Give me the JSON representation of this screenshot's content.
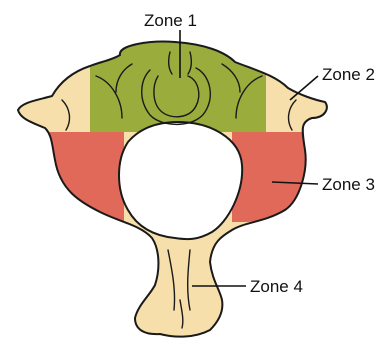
{
  "labels": {
    "zone1": "Zone 1",
    "zone2": "Zone 2",
    "zone3": "Zone 3",
    "zone4": "Zone 4"
  },
  "colors": {
    "bone": "#f6dfaa",
    "zone_green": "#9aad3c",
    "zone_red": "#e0695a",
    "outline": "#1a1a1a"
  }
}
